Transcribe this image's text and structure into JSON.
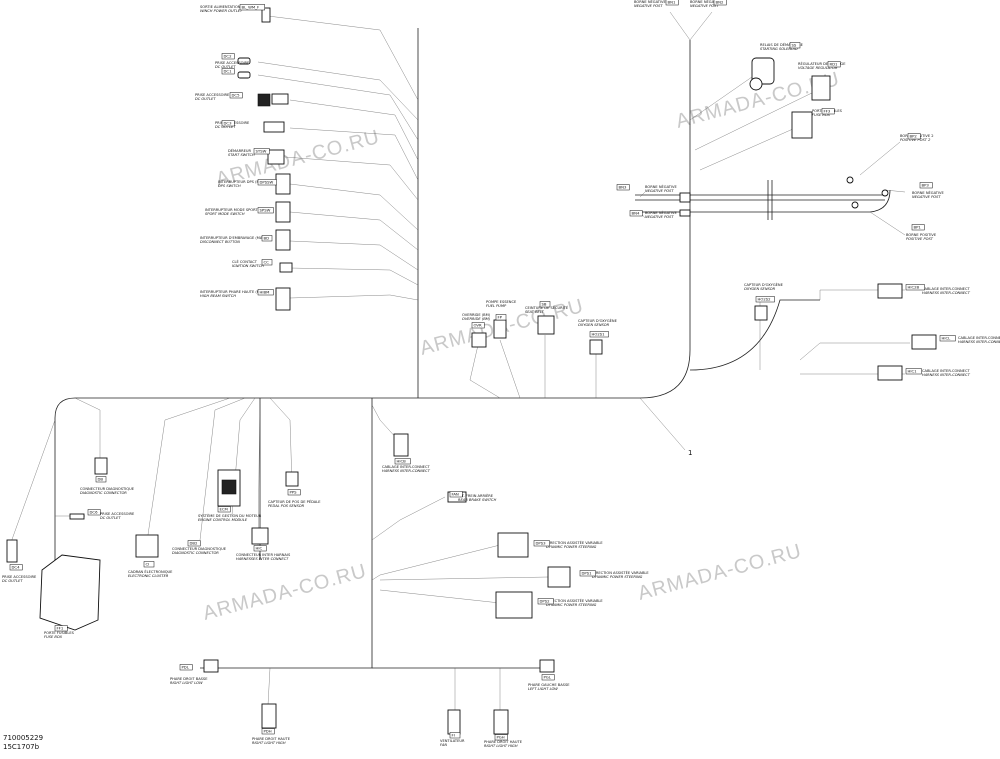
{
  "diagram": {
    "doc_number": "710005229",
    "doc_code": "15C1707b",
    "callout": "1",
    "watermark": "ARMADA-CO.RU",
    "components": {
      "bl_wm_f": {
        "code": "BL_WM_F",
        "fr": "SORTIE ALIMENTATION TREUIL",
        "en": "WINCH POWER OUTLET"
      },
      "dc2": {
        "code": "DC2",
        "fr": "PRISE ACCESSOIRE",
        "en": "DC OUTLET"
      },
      "dc1": {
        "code": "DC1",
        "fr": "",
        "en": ""
      },
      "dc5": {
        "code": "DC5",
        "fr": "PRISE ACCESSOIRE",
        "en": "DC OUTLET"
      },
      "dc3": {
        "code": "DC3",
        "fr": "PRISE ACCESSOIRE",
        "en": "DC OUTLET"
      },
      "stsw": {
        "code": "STSW",
        "fr": "DÉMARREUR",
        "en": "START SWITCH"
      },
      "dpssw": {
        "code": "DPSSW",
        "fr": "INTERRUPTEUR DPS (MA)",
        "en": "DPS SWITCH"
      },
      "spsw": {
        "code": "SPSW",
        "fr": "INTERRUPTEUR MODE SPORT (MA)",
        "en": "SPORT MODE SWITCH"
      },
      "bd": {
        "code": "BD",
        "fr": "INTERRUPTEUR D'EMBRAYAGE (MA)",
        "en": "DISCONNECT BUTTON"
      },
      "cc": {
        "code": "CC",
        "fr": "CLÉ CONTACT",
        "en": "IGNITION SWITCH"
      },
      "hibm": {
        "code": "HIBM",
        "fr": "INTERRUPTEUR PHARE HAUTE (MA)",
        "en": "HIGH BEAM SWITCH"
      },
      "bn1": {
        "code": "BN1",
        "fr": "BORNE NÉGATIVE",
        "en": "NEGATIVE POST"
      },
      "bn2": {
        "code": "BN2",
        "fr": "BORNE NÉGATIVE",
        "en": "NEGATIVE POST"
      },
      "ss": {
        "code": "SS",
        "fr": "RELAIS DE DÉMARRAGE",
        "en": "STARTING SOLENOID"
      },
      "rd1": {
        "code": "RD1",
        "fr": "RÉGULATEUR DE VOLTAGE",
        "en": "VOLTAGE REGULATOR"
      },
      "ff3": {
        "code": "FF3",
        "fr": "PORTE FUSIBLES",
        "en": "FUSE BOX"
      },
      "bp2": {
        "code": "BP2",
        "fr": "BORNE POSITIVE 2",
        "en": "POSITIVE POST 2"
      },
      "bn3": {
        "code": "BN3",
        "fr": "BORNE NÉGATIVE",
        "en": "NEGATIVE POST"
      },
      "bn4": {
        "code": "BN4",
        "fr": "BORNE NÉGATIVE",
        "en": "NEGATIVE POST"
      },
      "bp3": {
        "code": "BP3",
        "fr": "BORNE NÉGATIVE",
        "en": "NEGATIVE POST"
      },
      "bp1": {
        "code": "BP1",
        "fr": "BORNE POSITIVE",
        "en": "POSITIVE POST"
      },
      "ovr": {
        "code": "OVR",
        "fr": "OVERRIDE (BM)",
        "en": "OVERRIDE (BM)"
      },
      "fp": {
        "code": "FP",
        "fr": "POMPE ESSENCE",
        "en": "FUEL PUMP"
      },
      "sb": {
        "code": "SB",
        "fr": "CEINTURE DE SÉCURITÉ",
        "en": "SEAT BELT"
      },
      "ho2s1": {
        "code": "HO2S1",
        "fr": "CAPTEUR D'OXYGÈNE",
        "en": "OXYGEN SENSOR"
      },
      "ho2s2": {
        "code": "HO2S2",
        "fr": "CAPTEUR D'OXYGÈNE",
        "en": "OXYGEN SENSOR"
      },
      "hic2a": {
        "code": "HIC2B",
        "fr": "CABLAGE INTER-CONNECT",
        "en": "HARNESS INTER-CONNECT"
      },
      "hicl": {
        "code": "HICL",
        "fr": "CABLAGE INTER-CONNECT",
        "en": "HARNESS INTER-CONNECT"
      },
      "hic1": {
        "code": "HIC1",
        "fr": "CABLAGE INTER-CONNECT",
        "en": "HARNESS INTER-CONNECT"
      },
      "dc4": {
        "code": "DC4",
        "fr": "PRISE ACCESSOIRE",
        "en": "DC OUTLET"
      },
      "db": {
        "code": "DB",
        "fr": "CONNECTEUR DIAGNOSTIQUE",
        "en": "DIAGNOSTIC CONNECTOR"
      },
      "dc6": {
        "code": "DC6",
        "fr": "PRISE ACCESSOIRE",
        "en": "DC OUTLET"
      },
      "ff1": {
        "code": "FF1",
        "fr": "PORTE FUSIBLES",
        "en": "FUSE BOX"
      },
      "ci": {
        "code": "CI",
        "fr": "CADRAN ÉLECTRONIQUE",
        "en": "ELECTRONIC CLUSTER"
      },
      "db2": {
        "code": "DB2",
        "fr": "CONNECTEUR DIAGNOSTIQUE",
        "en": "DIAGNOSTIC CONNECTOR"
      },
      "ecm": {
        "code": "ECM",
        "fr": "SYSTÈME DE GESTION DU MOTEUR",
        "en": "ENGINE CONTROL MODULE"
      },
      "hic": {
        "code": "HIC",
        "fr": "CONNECTEUR INTER HARNAIS",
        "en": "HARNESSES INTER CONNECT"
      },
      "pps": {
        "code": "PPS",
        "fr": "CAPTEUR DE POS DE PÉDALE",
        "en": "PEDAL POS SENSOR"
      },
      "hicb": {
        "code": "HICB",
        "fr": "CABLAGE INTER-CONNECT",
        "en": "HARNESS INTER-CONNECT"
      },
      "fan": {
        "code": "FAN",
        "fr": "INT. FREIN ARRIÈRE",
        "en": "REAR BRAKE SWITCH"
      },
      "dps3": {
        "code": "DPS3",
        "fr": "DIRECTION ASSISTÉE VARIABLE",
        "en": "DYNAMIC POWER STEERING"
      },
      "dps1": {
        "code": "DPS1",
        "fr": "DIRECTION ASSISTÉE VARIABLE",
        "en": "DYNAMIC POWER STEERING"
      },
      "dps2": {
        "code": "DPS2",
        "fr": "DIRECTION ASSISTÉE VARIABLE",
        "en": "DYNAMIC POWER STEERING"
      },
      "pdl": {
        "code": "PDL",
        "fr": "PHARE DROIT BASSE",
        "en": "RIGHT LIGHT LOW"
      },
      "pgl": {
        "code": "PGL",
        "fr": "PHARE GAUCHE BASSE",
        "en": "LEFT LIGHT LOW"
      },
      "pdh": {
        "code": "PDH",
        "fr": "PHARE DROIT HAUTE",
        "en": "RIGHT LIGHT HIGH"
      },
      "fi": {
        "code": "FI",
        "fr": "VENTILATEUR",
        "en": "FAN"
      },
      "pgh": {
        "code": "PGH",
        "fr": "PHARE DROIT HAUTE",
        "en": "RIGHT LIGHT HIGH"
      }
    }
  }
}
